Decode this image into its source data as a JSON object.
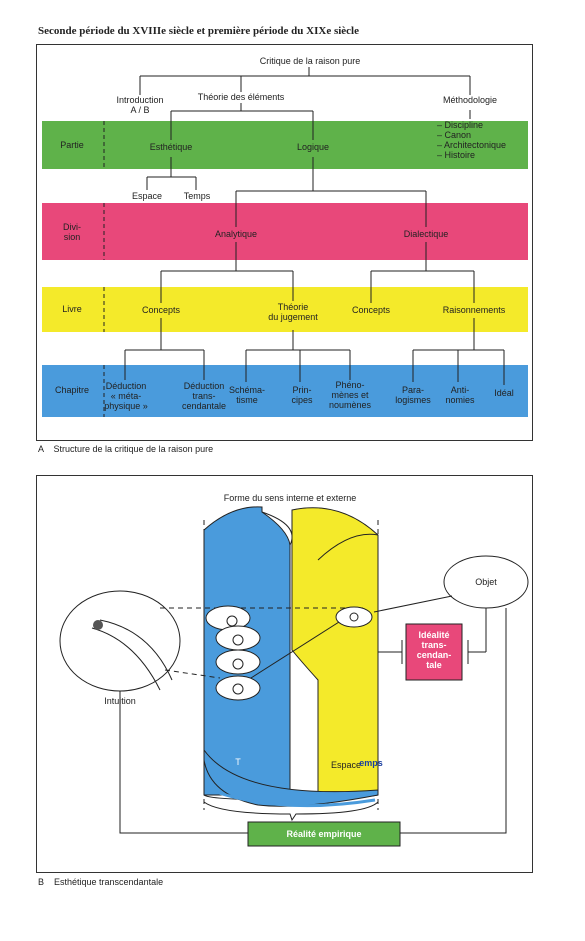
{
  "heading": "Seconde période du XVIIIe siècle et première période du XIXe siècle",
  "diagram_a": {
    "root": "Critique de la raison pure",
    "introduction": "Introduction\nA / B",
    "theorie_elements": "Théorie des éléments",
    "methodologie": "Méthodologie",
    "methodologie_items": "– Discipline\n– Canon\n– Architectonique\n– Histoire",
    "rows": {
      "partie": "Partie",
      "division": "Divi-\nsion",
      "livre": "Livre",
      "chapitre": "Chapitre"
    },
    "esthetique": "Esthétique",
    "logique": "Logique",
    "espace": "Espace",
    "temps": "Temps",
    "analytique": "Analytique",
    "dialectique": "Dialectique",
    "concepts_1": "Concepts",
    "theorie_jugement": "Théorie\ndu jugement",
    "concepts_2": "Concepts",
    "raisonnements": "Raisonnements",
    "deduction_meta": "Déduction\n« méta-\nphysique »",
    "deduction_trans": "Déduction\ntrans-\ncendantale",
    "schematisme": "Schéma-\ntisme",
    "principes": "Prin-\ncipes",
    "phenomenes": "Phéno-\nmènes et\nnoumènes",
    "paralogismes": "Para-\nlogismes",
    "antinomies": "Anti-\nnomies",
    "ideal": "Idéal",
    "caption": "A    Structure de la critique de la raison pure",
    "colors": {
      "green": "#5fb24a",
      "pink": "#e8487a",
      "yellow": "#f4ea2a",
      "blue": "#4a9bdc"
    }
  },
  "diagram_b": {
    "forme": "Forme du sens interne et externe",
    "objet": "Objet",
    "intuition": "Intuition",
    "idealite": "Idéalité\ntrans-\ncendan-\ntale",
    "t_label": "T",
    "espace_temps": "Espace",
    "temps_overlay": "emps",
    "realite": "Réalité empirique",
    "caption": "B    Esthétique transcendantale"
  }
}
